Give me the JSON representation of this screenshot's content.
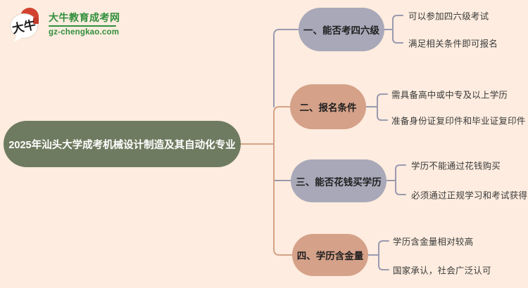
{
  "brand": {
    "bubble_text": "大牛",
    "name": "大牛教育成考网",
    "domain": "gz-chengkao.com"
  },
  "title": {
    "text": "2025年汕头大学成考机械设计制造及其自动化专业"
  },
  "branches": [
    {
      "label": "一、能否考四六级",
      "leaves": [
        "可以参加四六级考试",
        "满足相关条件即可报名"
      ]
    },
    {
      "label": "二、报名条件",
      "leaves": [
        "需具备高中或中专及以上学历",
        "准备身份证复印件和毕业证复印件"
      ]
    },
    {
      "label": "三、能否花钱买学历",
      "leaves": [
        "学历不能通过花钱购买",
        "必须通过正规学习和考试获得"
      ]
    },
    {
      "label": "四、学历含金量",
      "leaves": [
        "学历含金量相对较高",
        "国家承认，社会广泛认可"
      ]
    }
  ],
  "colors": {
    "background": "#fdecdf",
    "title_box": "#6f7b60",
    "pill_lavender": "#a8a8b9",
    "pill_salmon": "#d5a189",
    "line_gray": "#9a9ab0",
    "line_salmon": "#d4a386",
    "brand_green": "#2f8f3c",
    "title_text": "#ffffff",
    "leaf_text": "#3a3a3a"
  }
}
